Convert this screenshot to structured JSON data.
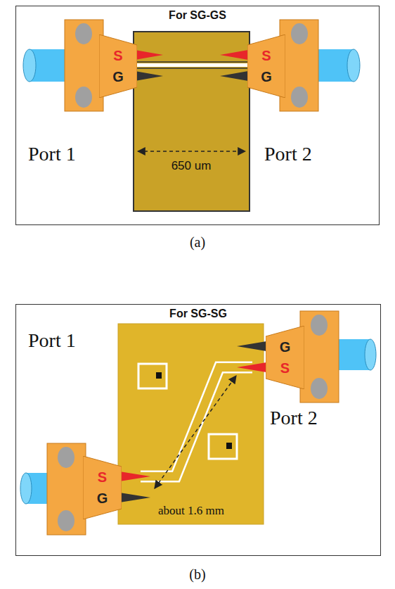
{
  "diagram": {
    "nodes": [
      {
        "text": [
          "For SG-GS"
        ]
      },
      {
        "text": [
          "S",
          "G"
        ],
        "in": 0
      },
      {
        "text": [
          "S",
          "G"
        ],
        "in": 0
      },
      {
        "text": [
          "For SG-SG"
        ]
      },
      {
        "text": [
          "G",
          "S"
        ],
        "in": 3
      },
      {
        "text": [
          "S",
          "G"
        ],
        "in": 3
      }
    ],
    "labels": [
      "Port 1",
      "Port 2",
      "650 um",
      "(a)",
      "Port 1",
      "Port 2",
      "about 1.6 mm",
      "(b)"
    ]
  }
}
